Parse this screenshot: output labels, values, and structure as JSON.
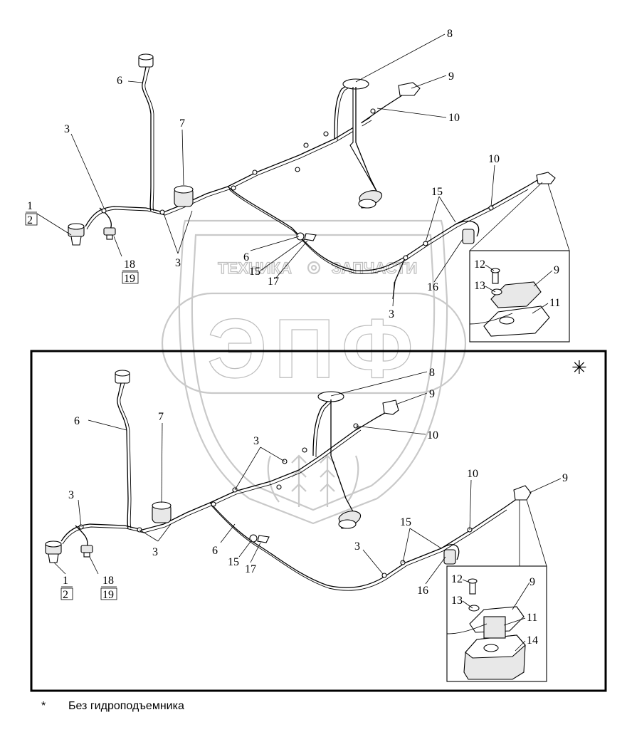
{
  "watermark": {
    "line1_left": "ТЕХНИКА",
    "line1_right": "ЗАПЧАСТИ",
    "logo": "ЭПФ"
  },
  "top_view": {
    "labels": {
      "l1": "1",
      "l2": "2",
      "l3a": "3",
      "l3b": "3",
      "l3c": "3",
      "l6a": "6",
      "l6b": "6",
      "l7": "7",
      "l8": "8",
      "l9a": "9",
      "l9b": "9",
      "l10a": "10",
      "l10b": "10",
      "l11": "11",
      "l12": "12",
      "l13": "13",
      "l15a": "15",
      "l15b": "15",
      "l16": "16",
      "l17": "17",
      "l18": "18",
      "l19": "19"
    }
  },
  "bottom_view": {
    "star_mark": "✳",
    "labels": {
      "l1": "1",
      "l2": "2",
      "l3a": "3",
      "l3b": "3",
      "l3c": "3",
      "l3d": "3",
      "l6a": "6",
      "l6b": "6",
      "l7": "7",
      "l8": "8",
      "l9a": "9",
      "l9b": "9",
      "l9c": "9",
      "l10a": "10",
      "l10b": "10",
      "l11": "11",
      "l12": "12",
      "l13": "13",
      "l14": "14",
      "l15a": "15",
      "l15b": "15",
      "l16": "16",
      "l17": "17",
      "l18": "18",
      "l19": "19"
    }
  },
  "footnote": {
    "mark": "*",
    "text": "Без гидроподъемника"
  }
}
